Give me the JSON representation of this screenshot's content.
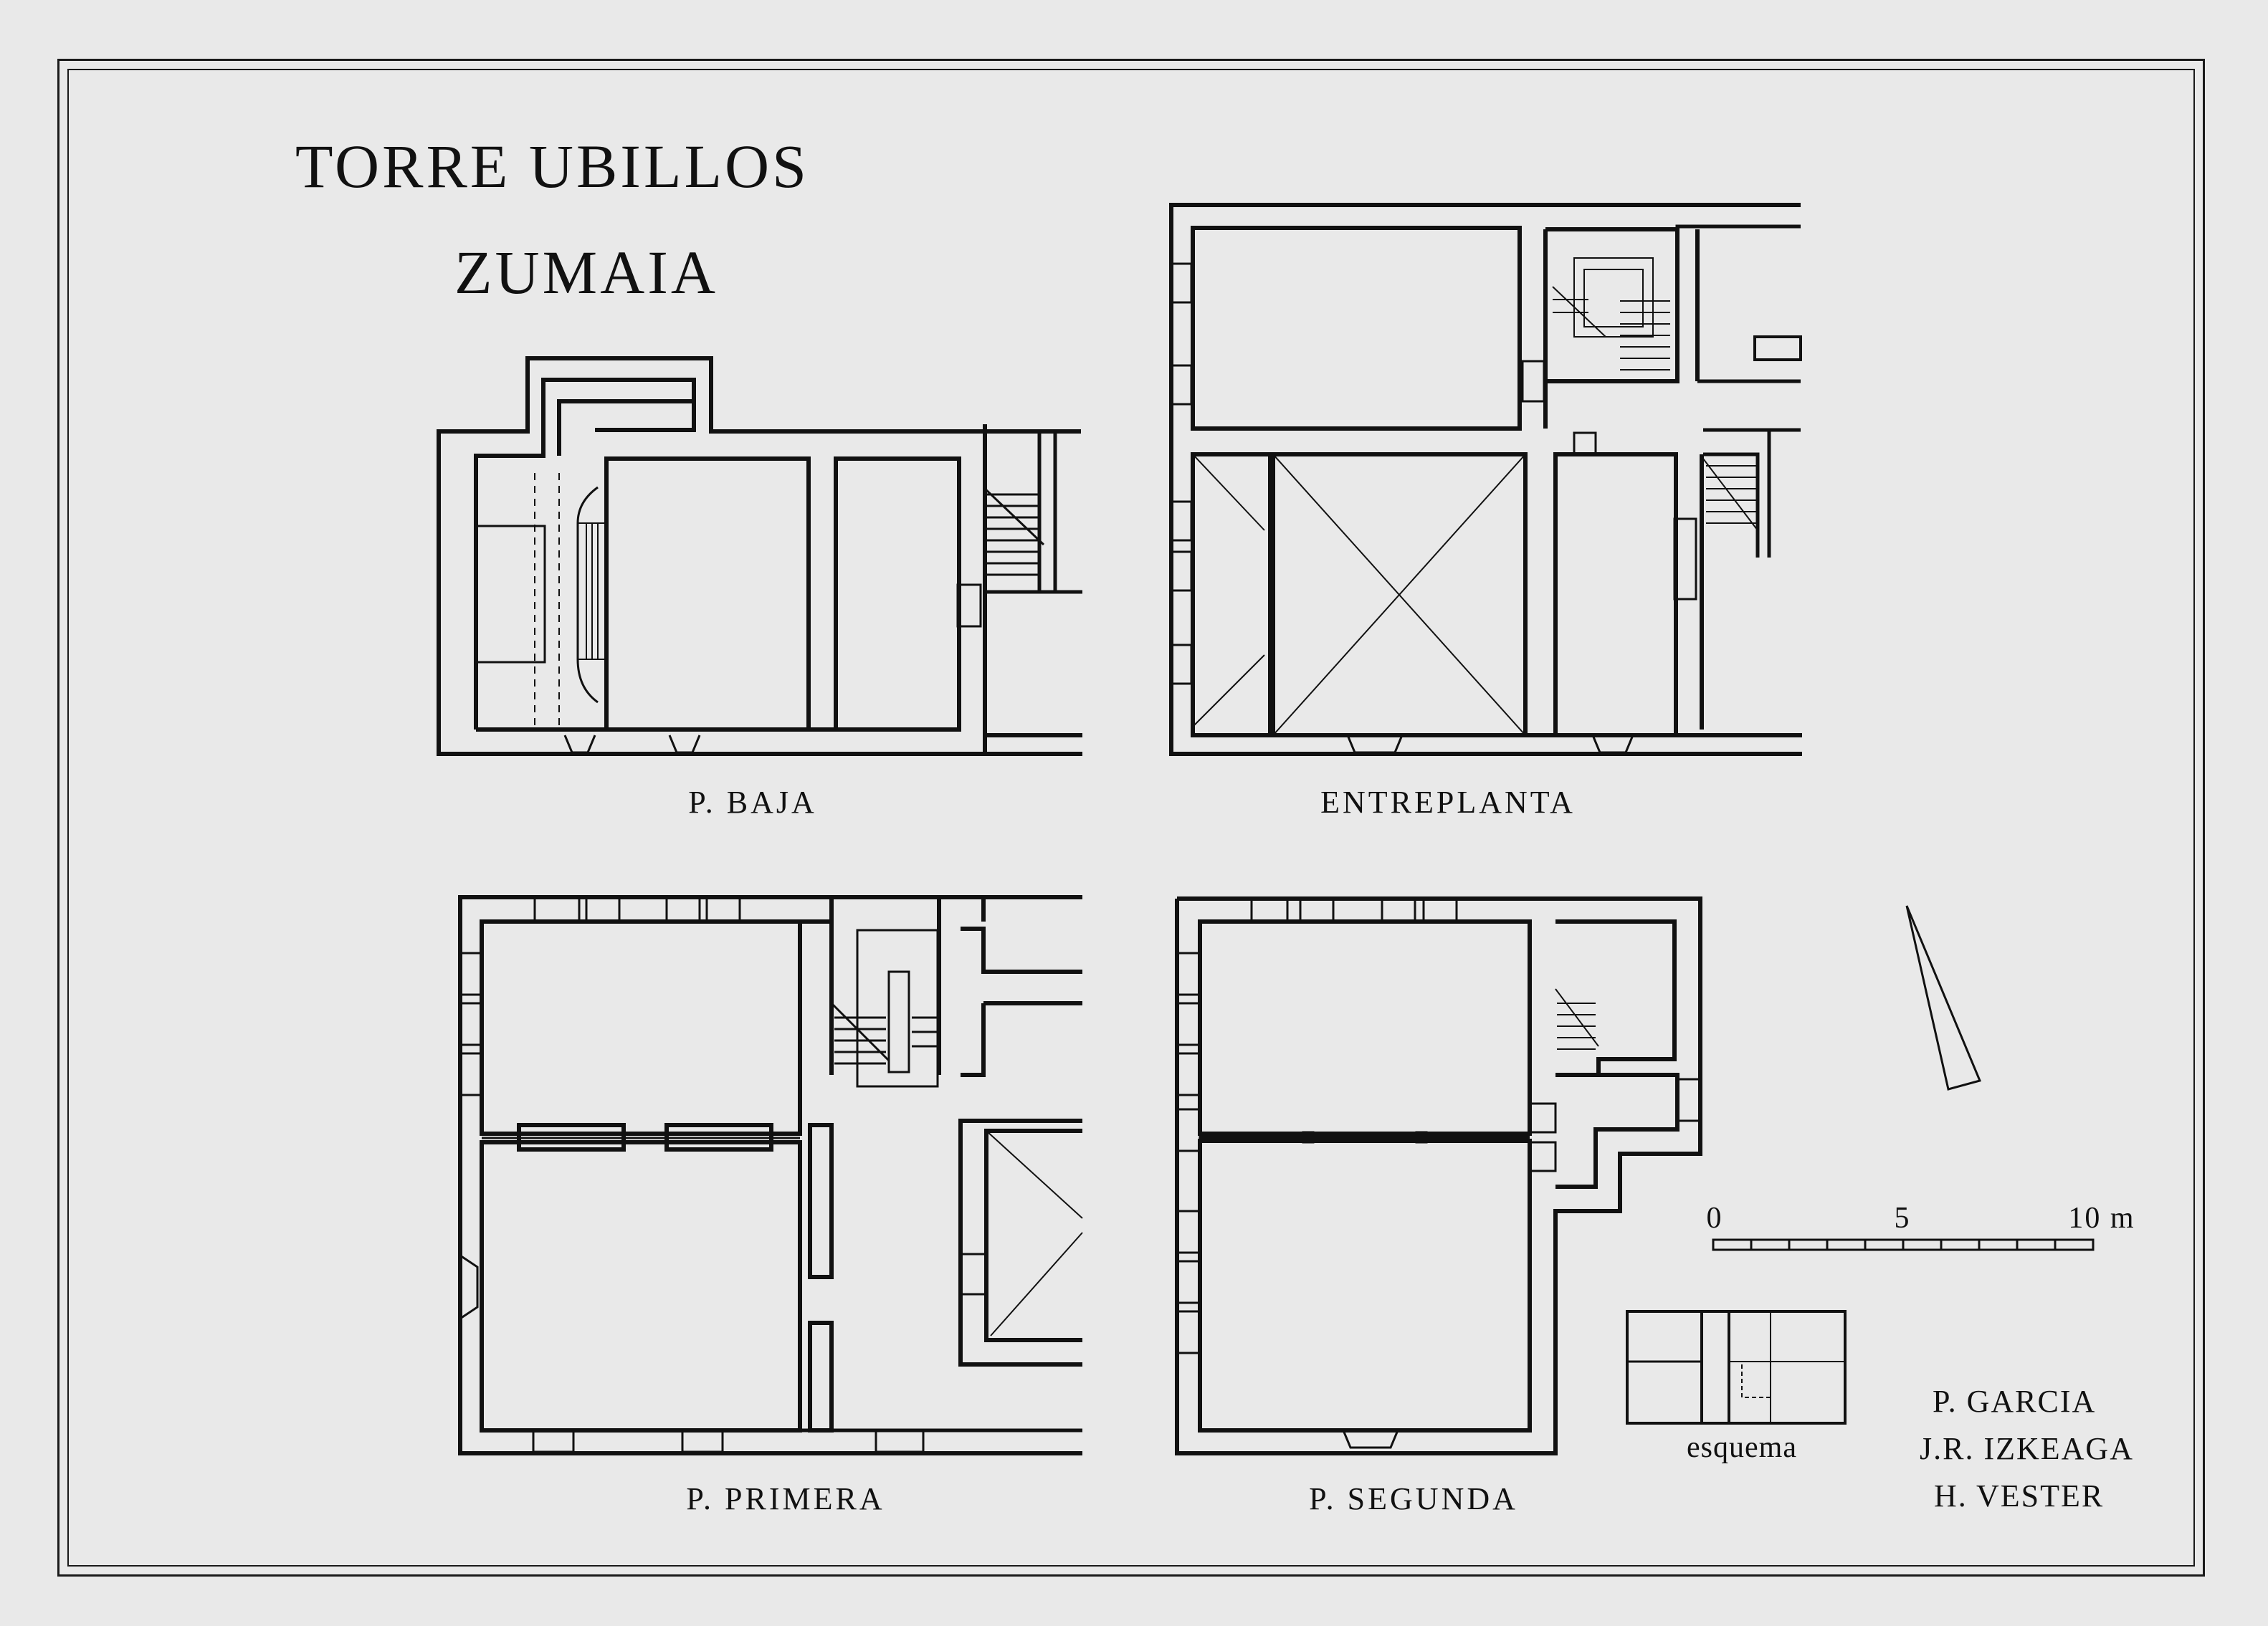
{
  "title": {
    "line1": "TORRE UBILLOS",
    "line2": "ZUMAIA"
  },
  "plans": {
    "p_baja": "P. BAJA",
    "entreplanta": "ENTREPLANTA",
    "p_primera": "P. PRIMERA",
    "p_segunda": "P. SEGUNDA"
  },
  "scale_bar": {
    "tick_0": "0",
    "tick_5": "5",
    "tick_10": "10 m"
  },
  "esquema": {
    "label": "esquema"
  },
  "authors": [
    "P. GARCIA",
    "J.R. IZKEAGA",
    "H. VESTER"
  ],
  "colors": {
    "paper": "#e9e9e9",
    "ink": "#111111"
  }
}
